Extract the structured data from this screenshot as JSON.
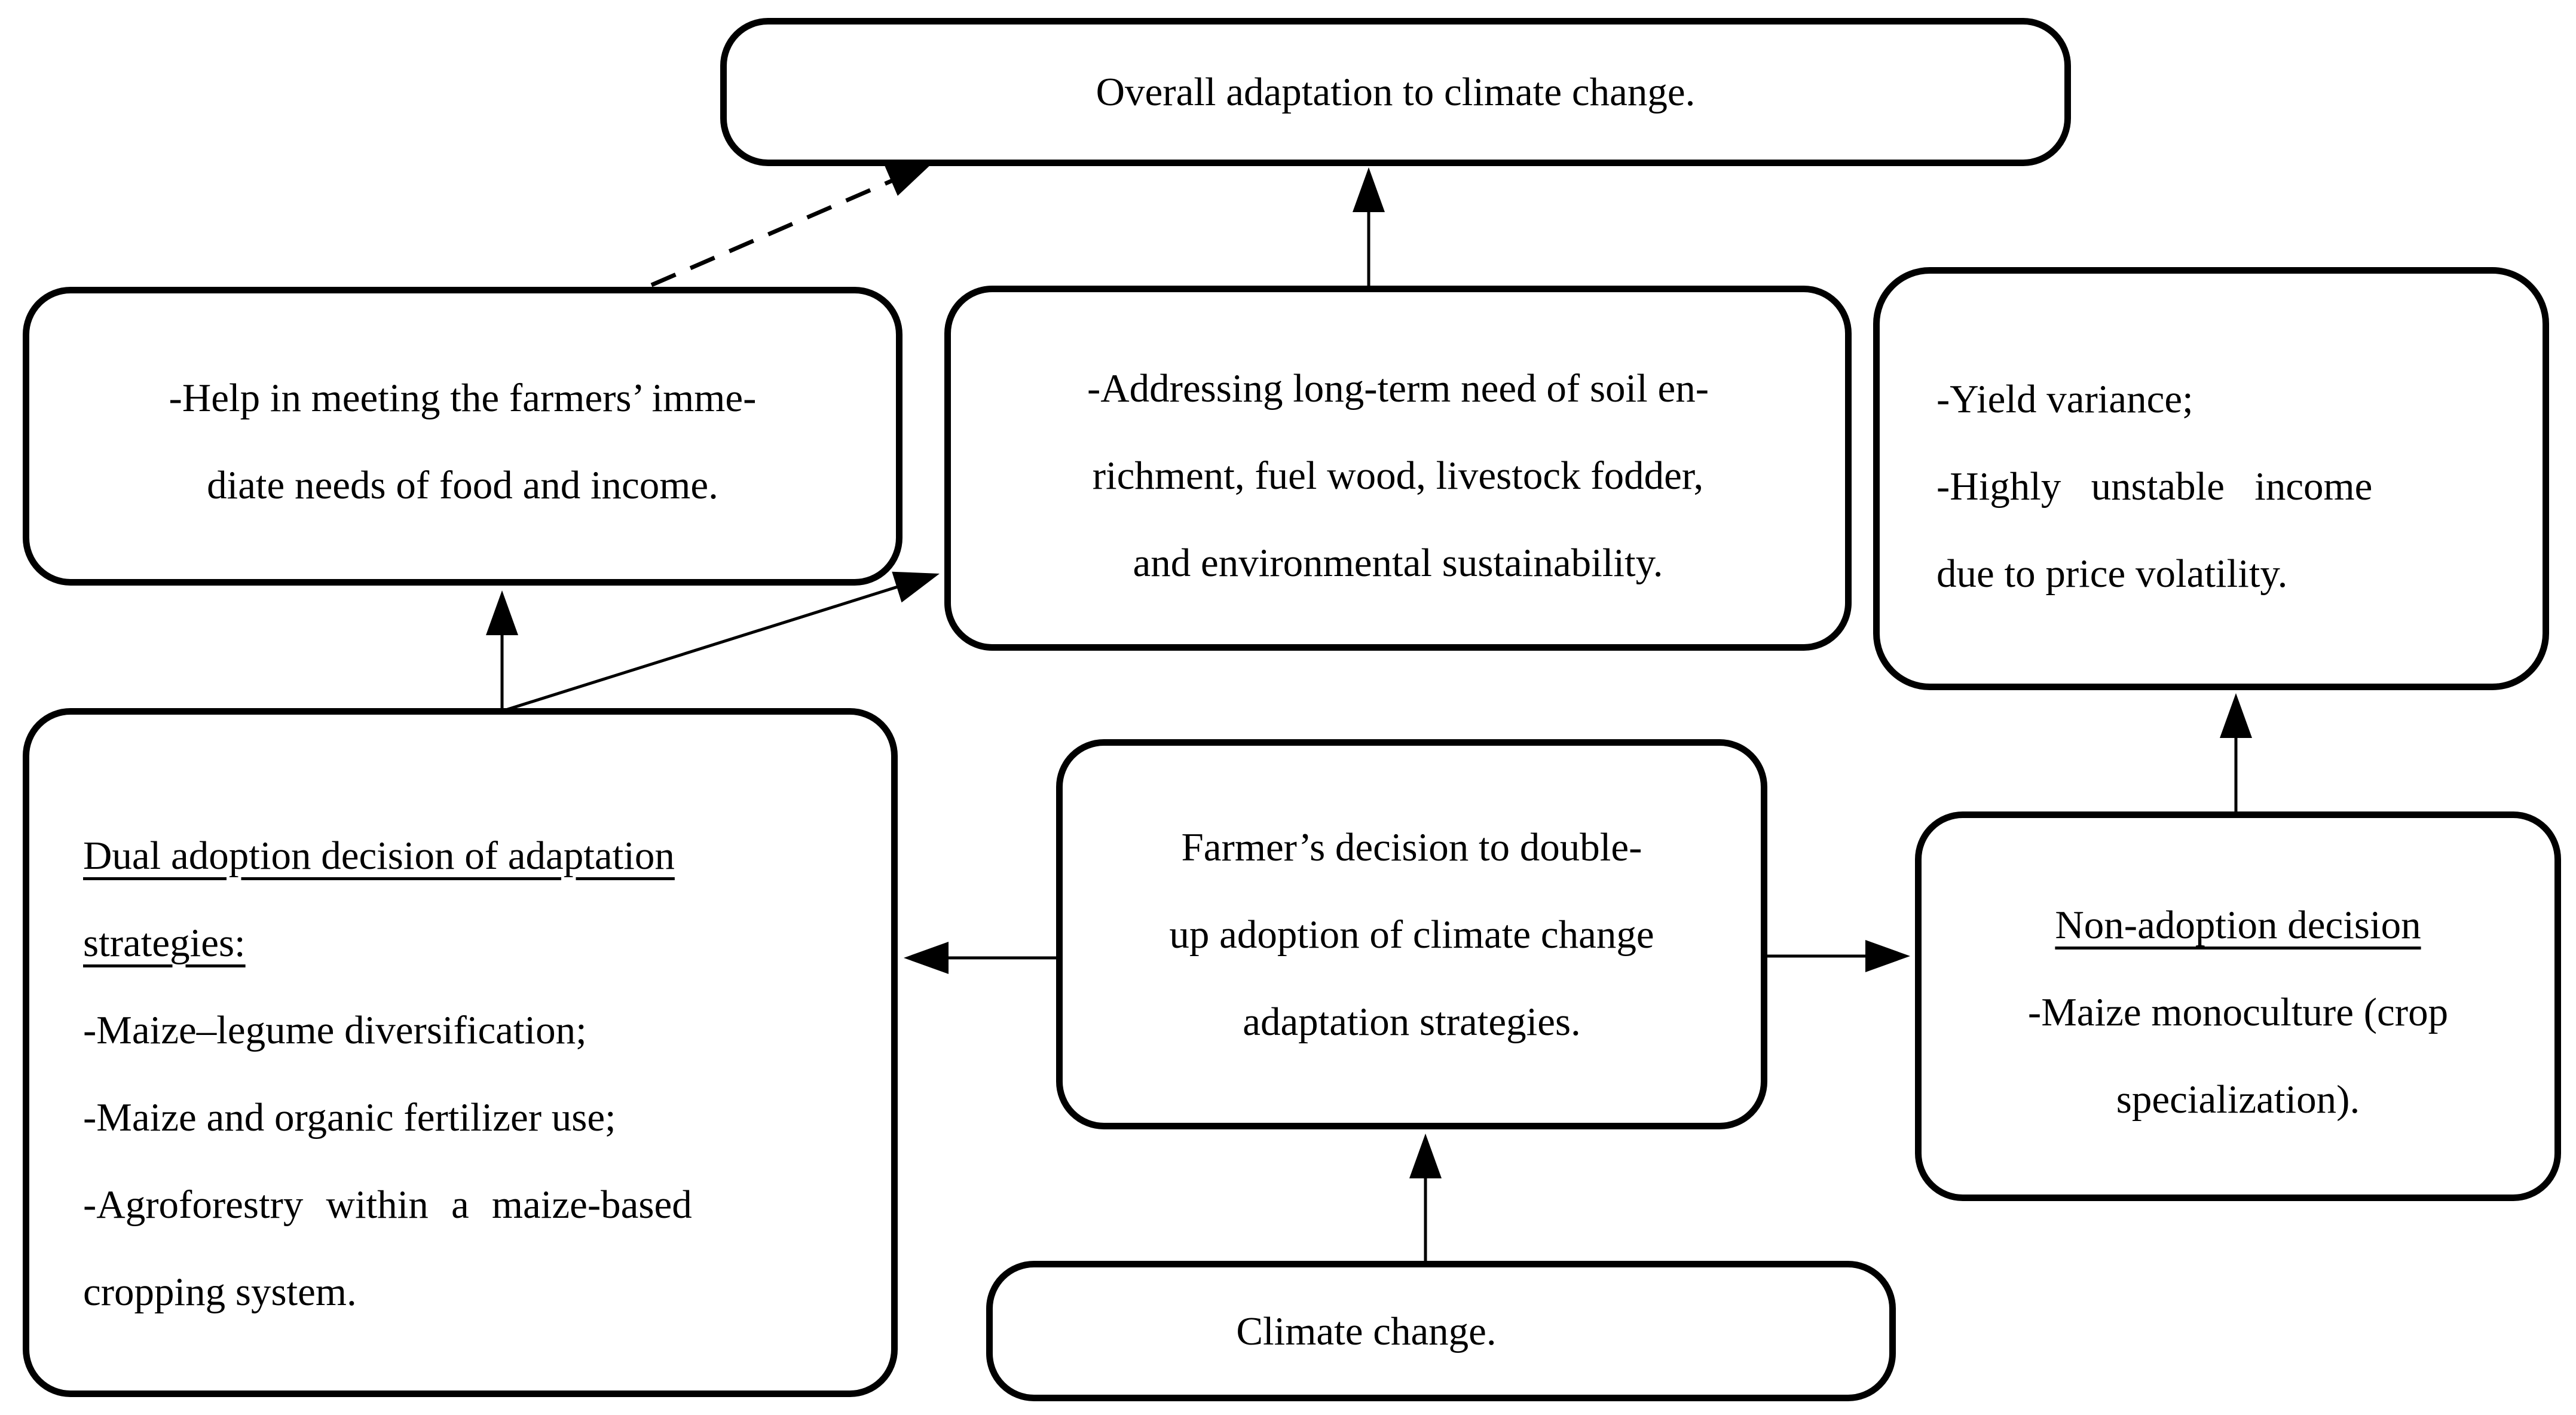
{
  "figure": {
    "description": "Flow diagram of farmer adoption decisions for climate change adaptation strategies",
    "background_color": "#ffffff",
    "ink_color": "#000000"
  },
  "nodes": {
    "overall": {
      "lines": [
        "Overall adaptation to climate change."
      ]
    },
    "help": {
      "lines": [
        "-Help in meeting the farmers’ imme-",
        "diate needs of food and income."
      ]
    },
    "addressing": {
      "lines": [
        "-Addressing long-term need of soil en-",
        "richment, fuel wood, livestock fodder,",
        "and environmental sustainability."
      ]
    },
    "yield": {
      "lines": [
        "-Yield variance;",
        "-Highly unstable income",
        "due to price volatility."
      ]
    },
    "dual": {
      "lines": [
        "Dual adoption decision of adaptation",
        "strategies: ",
        "-Maize–legume diversification;",
        "-Maize and organic fertilizer use;",
        "-Agroforestry within a maize-based",
        "cropping system."
      ]
    },
    "farmer": {
      "lines": [
        "Farmer’s decision to double-",
        "up adoption of climate change",
        "adaptation strategies."
      ]
    },
    "nonadoption": {
      "lines": [
        "Non-adoption decision",
        "-Maize monoculture (crop",
        "specialization)."
      ]
    },
    "climate": {
      "lines": [
        "Climate change."
      ]
    }
  },
  "edges": [
    {
      "from": "help",
      "to": "overall",
      "style": "dashed",
      "direction": "up-right"
    },
    {
      "from": "addressing",
      "to": "overall",
      "style": "solid",
      "direction": "up"
    },
    {
      "from": "dual",
      "to": "help",
      "style": "solid",
      "direction": "up"
    },
    {
      "from": "dual",
      "to": "addressing",
      "style": "solid",
      "direction": "up-right"
    },
    {
      "from": "farmer",
      "to": "dual",
      "style": "solid",
      "direction": "left"
    },
    {
      "from": "farmer",
      "to": "nonadoption",
      "style": "solid",
      "direction": "right"
    },
    {
      "from": "nonadoption",
      "to": "yield",
      "style": "solid",
      "direction": "up"
    },
    {
      "from": "climate",
      "to": "farmer",
      "style": "solid",
      "direction": "up"
    }
  ]
}
